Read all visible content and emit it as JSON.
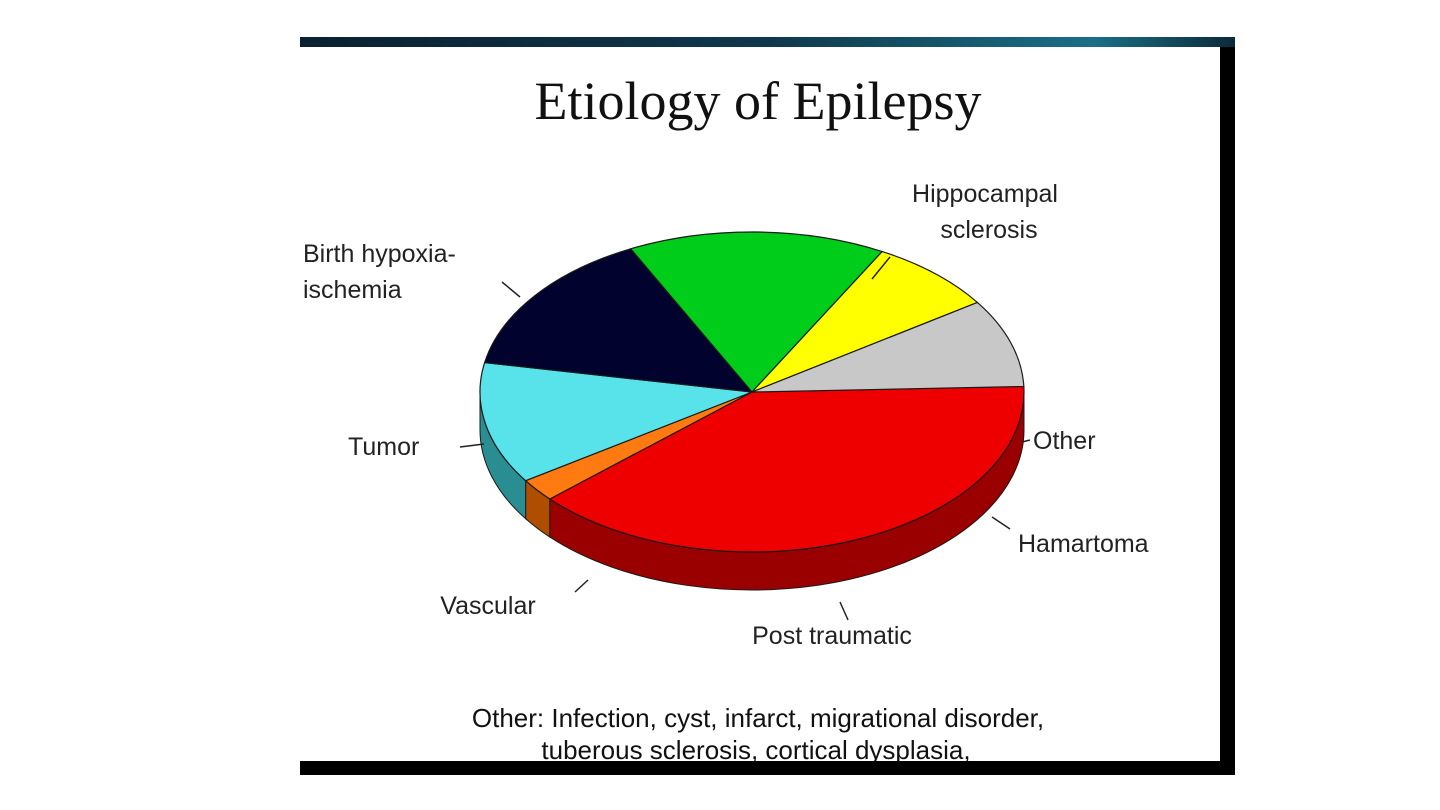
{
  "chart_data": {
    "type": "pie",
    "title": "Etiology of Epilepsy",
    "slices": [
      {
        "label_lines": [
          "Hippocampal",
          "sclerosis"
        ],
        "value": 38.9,
        "color": "#ee0000",
        "side_color": "#9b0000"
      },
      {
        "label_lines": [
          "Other"
        ],
        "value": 2.3,
        "color": "#ff7b12",
        "side_color": "#b04e00"
      },
      {
        "label_lines": [
          "Hamartoma"
        ],
        "value": 12.3,
        "color": "#58e2ea",
        "side_color": "#2a8d92"
      },
      {
        "label_lines": [
          "Post traumatic"
        ],
        "value": 14.7,
        "color": "#02022e",
        "side_color": "#000012"
      },
      {
        "label_lines": [
          "Vascular"
        ],
        "value": 15.3,
        "color": "#00cc1a",
        "side_color": "#007a0e"
      },
      {
        "label_lines": [
          "Tumor"
        ],
        "value": 7.6,
        "color": "#ffff00",
        "side_color": "#b9a400"
      },
      {
        "label_lines": [
          "Birth hypoxia-",
          "ischemia"
        ],
        "value": 8.9,
        "color": "#c8c8c8",
        "side_color": "#7f7f7f"
      }
    ],
    "footnote_lines": [
      "Other:  Infection, cyst, infarct, migrational disorder,",
      "tuberous sclerosis, cortical dysplasia,"
    ]
  }
}
